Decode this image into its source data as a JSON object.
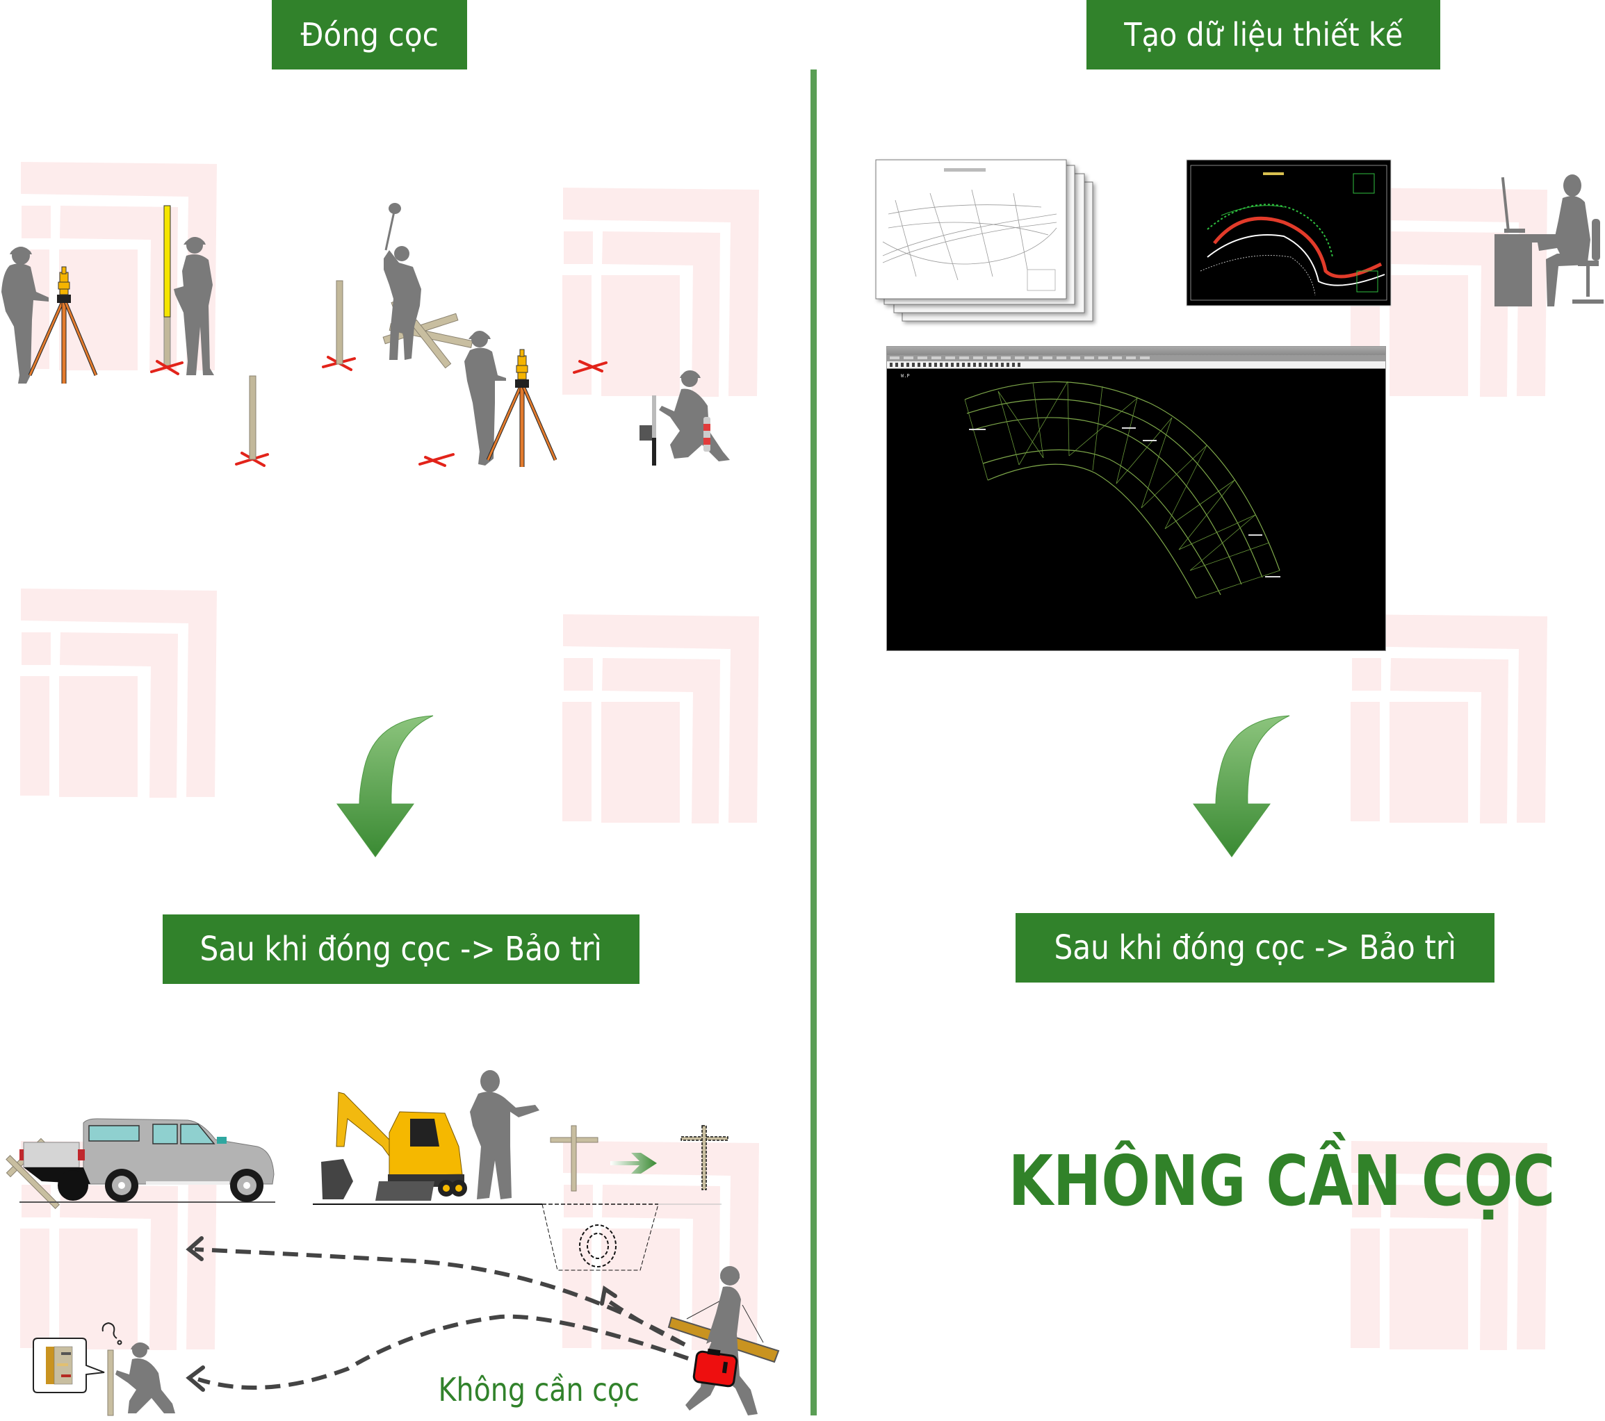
{
  "left_panel": {
    "header": "Đóng cọc",
    "subheader": "Sau khi đóng cọc -> Bảo trì",
    "caption": "Không cần cọc",
    "illustrations": {
      "top": [
        "surveyor-with-tablet-icon",
        "total-station-tripod-icon",
        "leveling-staff-icon",
        "surveyor-holding-staff-icon",
        "wooden-stake-icon",
        "stake-location-x-mark-icon",
        "worker-with-sledgehammer-icon",
        "broken-stakes-icon",
        "surveyor-with-total-station-icon",
        "crouching-worker-with-paint-icon"
      ],
      "bottom": [
        "pickup-truck-icon",
        "knocked-over-stake-icon",
        "excavator-icon",
        "site-supervisor-icon",
        "stake-cross-icon",
        "move-arrow-icon",
        "dashed-stake-icon",
        "excavation-trench-icon",
        "buried-pipe-icon",
        "crouching-worker-confused-icon",
        "speech-bubble-bolts-icon",
        "walking-surveyor-with-equipment-icon"
      ]
    }
  },
  "right_panel": {
    "header": "Tạo dữ liệu thiết kế",
    "subheader": "Sau khi đóng cọc -> Bảo trì",
    "statement": "KHÔNG CẦN CỌC",
    "illustrations": {
      "top": [
        "paper-drawings-stack-icon",
        "cad-drawing-screen-icon",
        "person-at-computer-desk-icon",
        "design-software-window-icon"
      ]
    },
    "software_window": {
      "viewport_label": "W.P"
    }
  },
  "colors": {
    "header_bg": "#31822b",
    "header_text": "#ffffff",
    "divider": "#5a9e55",
    "statement_text": "#318229",
    "arrow_top": "#8cc47d",
    "arrow_bottom": "#3a8a33",
    "watermark": "#fdecec"
  }
}
